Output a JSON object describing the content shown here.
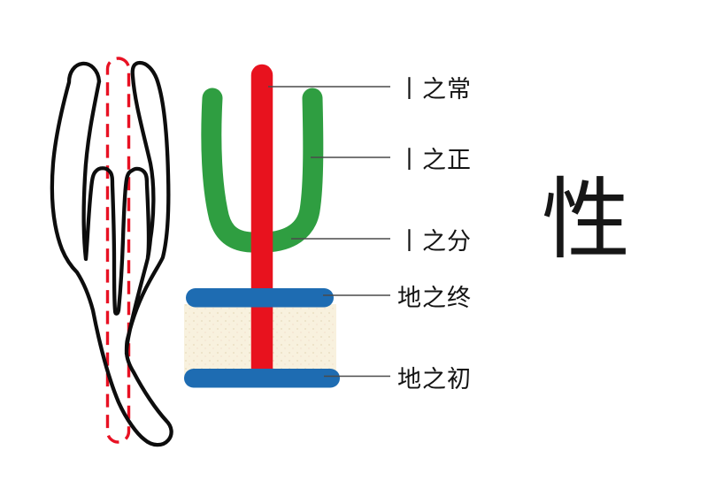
{
  "figure": {
    "big_character": "性",
    "annotations": [
      {
        "label": "丨之常"
      },
      {
        "label": "丨之正"
      },
      {
        "label": "丨之分"
      },
      {
        "label": "地之终"
      },
      {
        "label": "地之初"
      }
    ],
    "colors": {
      "stem_red": "#e8121e",
      "branch_green": "#2f9e41",
      "ground_blue": "#1e6cb2",
      "soil_beige": "#f8f1de",
      "outline_black": "#0d0d0d",
      "dashed_red": "#e81123",
      "pointer_gray": "#4a4a4a",
      "text_dark": "#141414"
    }
  }
}
